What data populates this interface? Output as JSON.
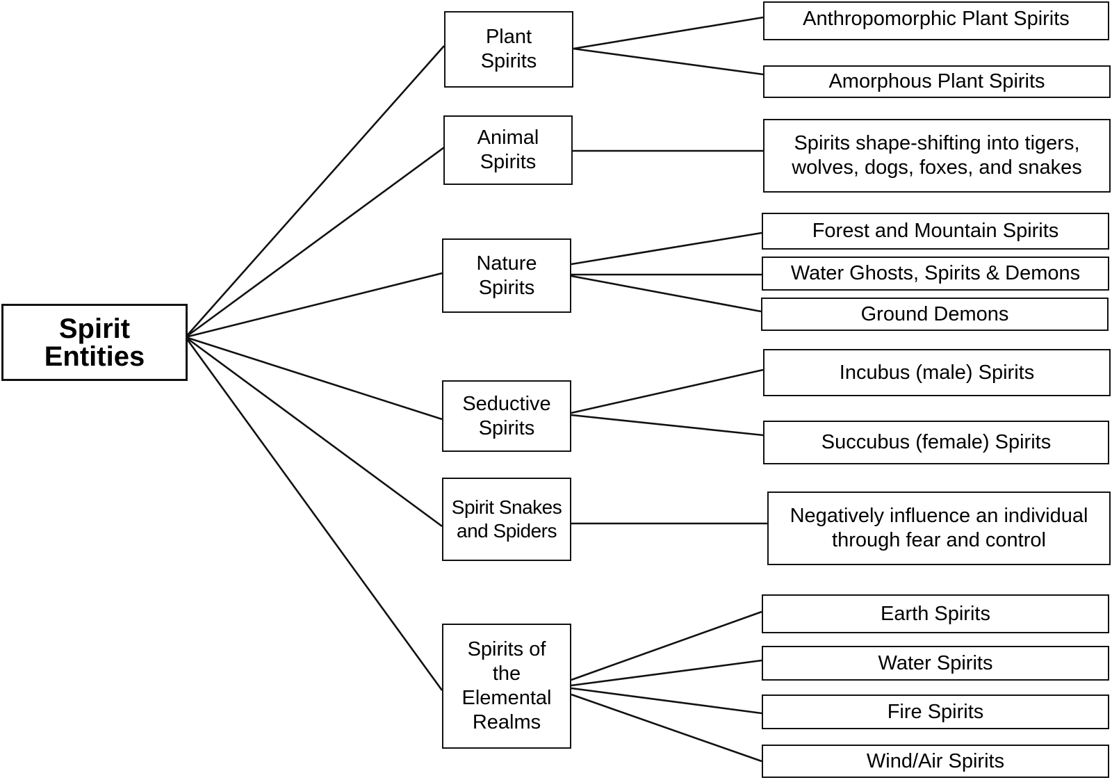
{
  "root": {
    "label": "Spirit\nEntities"
  },
  "categories": [
    {
      "id": "plant",
      "label": "Plant\nSpirits",
      "children": [
        "Anthropomorphic Plant Spirits",
        "Amorphous Plant Spirits"
      ]
    },
    {
      "id": "animal",
      "label": "Animal\nSpirits",
      "children": [
        "Spirits shape-shifting into tigers,\nwolves, dogs, foxes, and snakes"
      ]
    },
    {
      "id": "nature",
      "label": "Nature\nSpirits",
      "children": [
        "Forest and Mountain Spirits",
        "Water Ghosts, Spirits & Demons",
        "Ground Demons"
      ]
    },
    {
      "id": "seductive",
      "label": "Seductive\nSpirits",
      "children": [
        "Incubus (male) Spirits",
        "Succubus (female)  Spirits"
      ]
    },
    {
      "id": "snakes",
      "label": "Spirit Snakes\nand Spiders",
      "children": [
        "Negatively influence an individual\nthrough fear and control"
      ]
    },
    {
      "id": "elemental",
      "label": "Spirits of\nthe\nElemental\nRealms",
      "children": [
        "Earth Spirits",
        "Water Spirits",
        "Fire Spirits",
        "Wind/Air Spirits"
      ]
    }
  ]
}
